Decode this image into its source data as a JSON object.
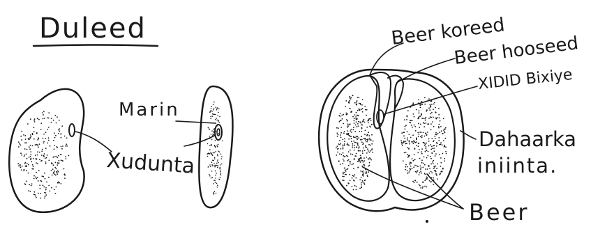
{
  "title": "Duleed",
  "labels": {
    "marin": "Marin",
    "xudunta": "Xudunta",
    "beer_koreed": "Beer koreed",
    "beer_hooseed": "Beer hooseed",
    "xidid_bixiye": "XIDID Bixiye",
    "dahaarka_line1": "Dahaarka",
    "dahaarka_line2": "iniinta.",
    "beer": "Beer"
  },
  "colors": {
    "ink": "#1a1a1a",
    "paper": "#ffffff"
  }
}
